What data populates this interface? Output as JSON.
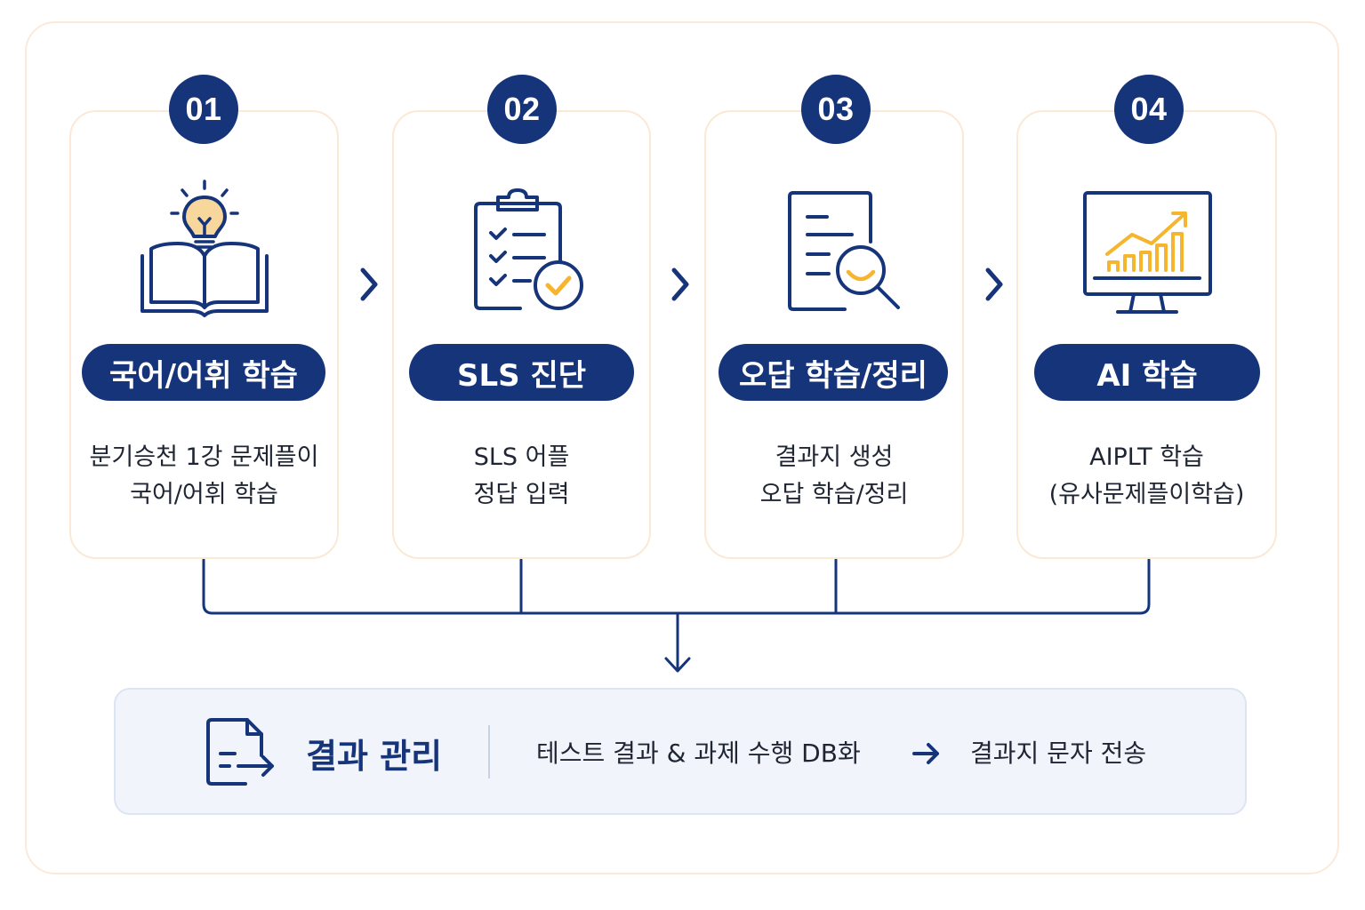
{
  "steps": [
    {
      "number": "01",
      "title": "국어/어휘 학습",
      "desc_line1": "분기승천 1강 문제플이",
      "desc_line2": "국어/어휘 학습",
      "icon": "book-lightbulb-icon"
    },
    {
      "number": "02",
      "title": "SLS 진단",
      "desc_line1": "SLS 어플",
      "desc_line2": "정답 입력",
      "icon": "clipboard-checklist-icon"
    },
    {
      "number": "03",
      "title": "오답 학습/정리",
      "desc_line1": "결과지 생성",
      "desc_line2": "오답 학습/정리",
      "icon": "document-magnifier-icon"
    },
    {
      "number": "04",
      "title": "AI 학습",
      "desc_line1": "AIPLT 학습",
      "desc_line2": "(유사문제플이학습)",
      "icon": "monitor-chart-icon"
    }
  ],
  "result": {
    "title": "결과 관리",
    "text_left": "테스트 결과 & 과제 수행 DB화",
    "text_right": "결과지 문자 전송",
    "icon": "document-export-icon"
  },
  "colors": {
    "navy": "#16347a",
    "accent": "#f5b52e",
    "card_border": "#fbe9d6",
    "result_bg": "#f1f4fb"
  }
}
